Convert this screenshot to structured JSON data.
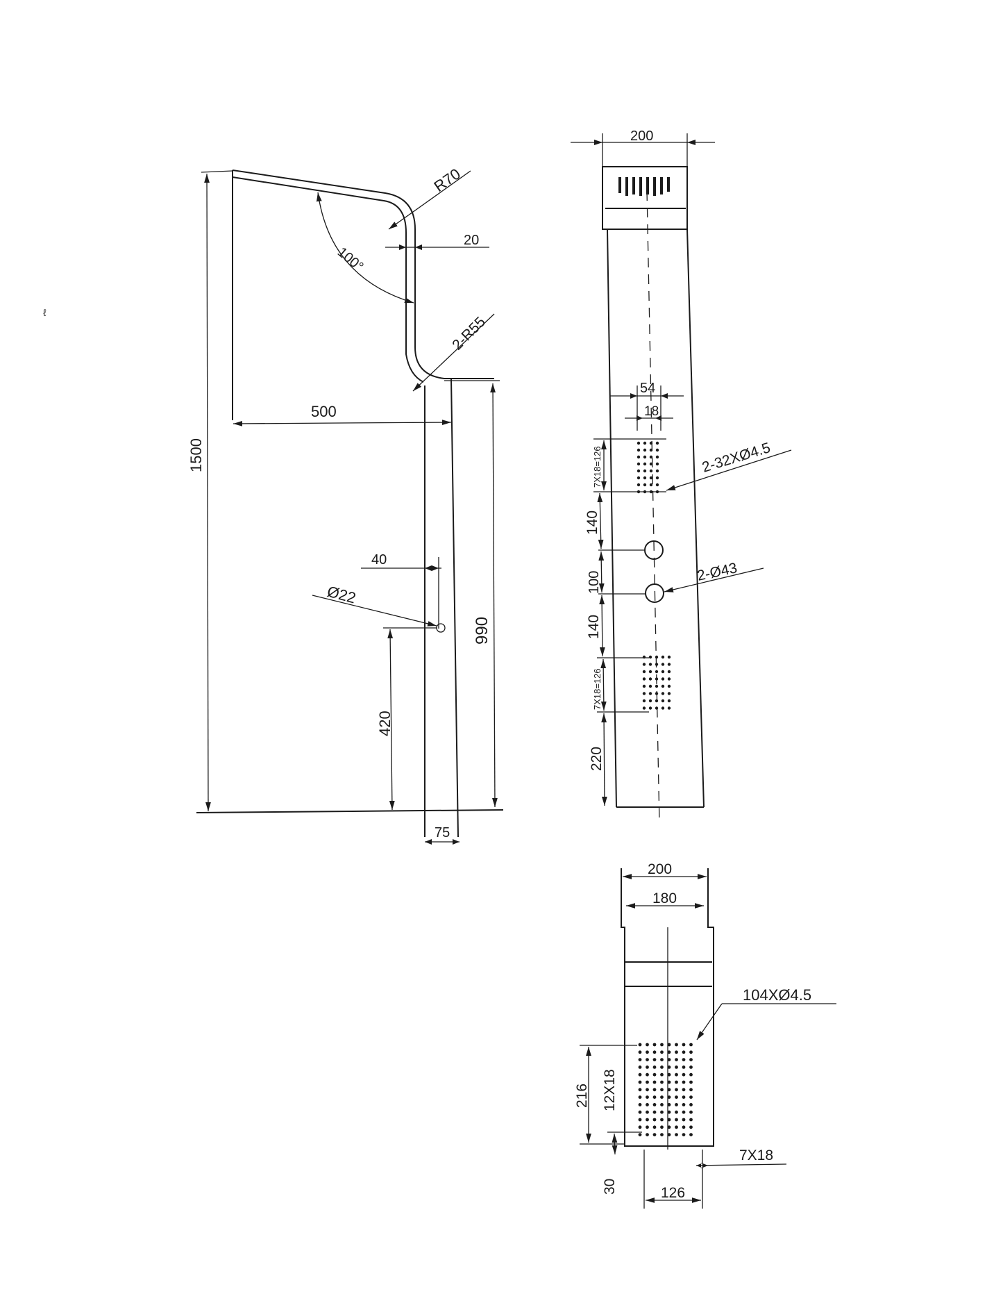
{
  "drawing": {
    "side_view": {
      "dim_total_height": "1500",
      "dim_arm_length": "500",
      "dim_bend_radius": "R70",
      "dim_pipe_thickness": "20",
      "dim_angle": "100°",
      "dim_lower_radius": "2-R55",
      "dim_panel_height": "990",
      "dim_outlet_offset": "40",
      "dim_outlet_diameter": "Ø22",
      "dim_outlet_height": "420",
      "dim_depth": "75"
    },
    "front_view": {
      "dim_width": "200",
      "dim_nozzle_spacing": "54",
      "dim_nozzle_pitch": "18",
      "dim_jet_holes": "2-32XØ4.5",
      "dim_upper_grid": "7X18=126",
      "dim_gap_upper": "140",
      "dim_knob_spacing": "100",
      "dim_knobs": "2-Ø43",
      "dim_gap_lower": "140",
      "dim_lower_grid": "7X18=126",
      "dim_bottom": "220"
    },
    "top_view": {
      "dim_outer_width": "200",
      "dim_inner_width": "180",
      "dim_head_holes": "104XØ4.5",
      "dim_grid_height": "216",
      "dim_grid_rows": "12X18",
      "dim_bottom_offset": "30",
      "dim_grid_width": "126",
      "dim_grid_cols": "7X18"
    }
  }
}
